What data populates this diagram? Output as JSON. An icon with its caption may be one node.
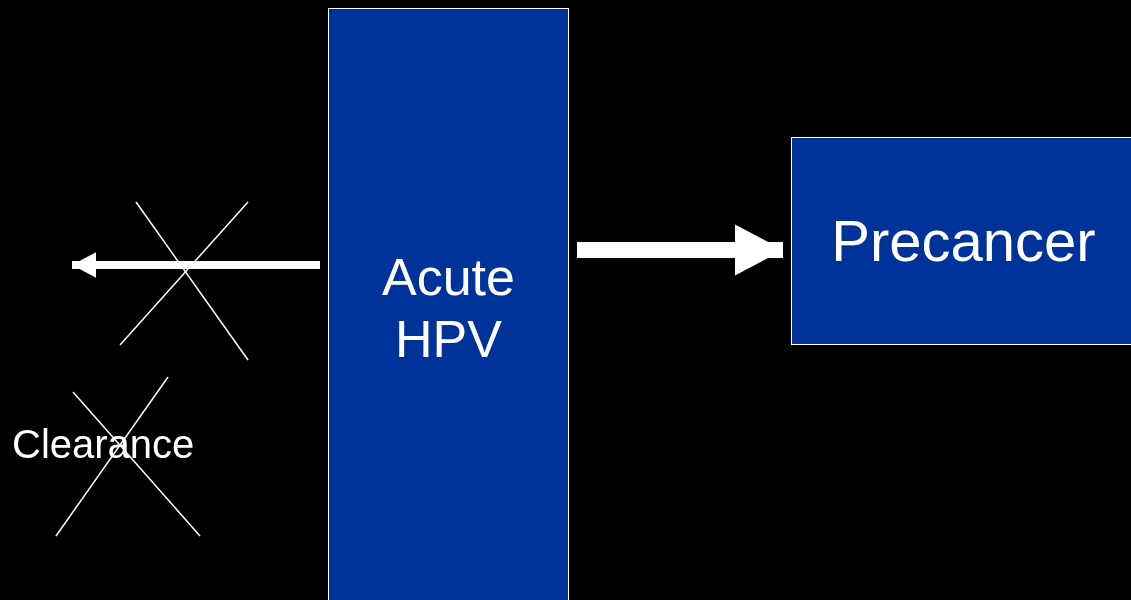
{
  "diagram": {
    "nodes": [
      {
        "text": [
          "Clearance"
        ]
      },
      {
        "text": [
          "Acute HPV"
        ]
      },
      {
        "text": [
          "Precancer"
        ]
      }
    ],
    "edges": [
      {
        "from": 1,
        "to": null,
        "arrow": "to"
      },
      {
        "from": 1,
        "to": 2,
        "arrow": "to",
        "style": "thick"
      }
    ]
  }
}
